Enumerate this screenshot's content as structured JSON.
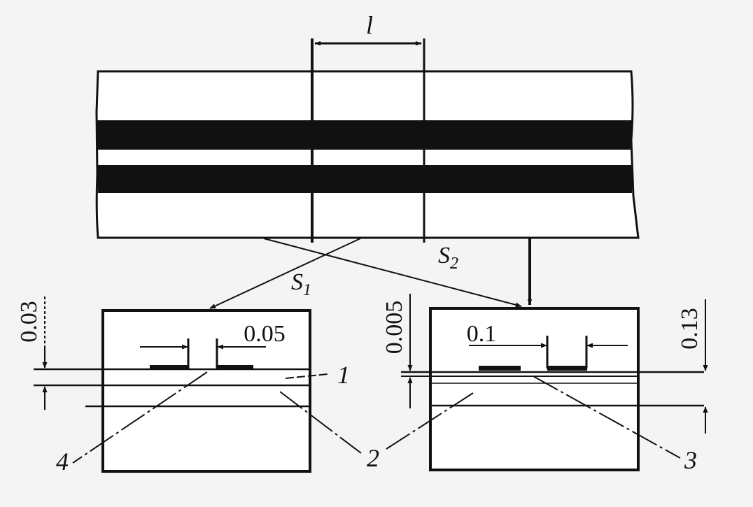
{
  "labels": {
    "length": "l",
    "section1": "S",
    "section1_sub": "1",
    "section2": "S",
    "section2_sub": "2",
    "callout_1": "1",
    "callout_2": "2",
    "callout_3": "3",
    "callout_4": "4"
  },
  "dimensions": {
    "left_height": "0.03",
    "left_gap": "0.05",
    "right_height_small": "0.005",
    "right_gap": "0.1",
    "right_height_total": "0.13"
  },
  "colors": {
    "ink": "#111111",
    "background": "#f4f4f4",
    "panel": "#ffffff"
  }
}
